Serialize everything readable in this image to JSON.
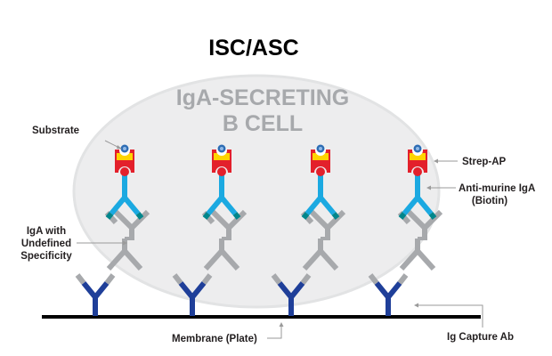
{
  "title": "ISC/ASC",
  "cell": {
    "line1": "IgA-SECRETING",
    "line2": "B CELL"
  },
  "labels": {
    "substrate": "Substrate",
    "strep_ap": "Strep-AP",
    "anti_murine_line1": "Anti-murine IgA",
    "anti_murine_line2": "(Biotin)",
    "iga_line1": "IgA with",
    "iga_line2": "Undefined",
    "iga_line3": "Specificity",
    "membrane": "Membrane (Plate)",
    "capture": "Ig Capture Ab"
  },
  "colors": {
    "cell_fill": "#ededee",
    "cell_stroke": "#e2e3e4",
    "capture_ab": "#1f3f99",
    "iga": "#a7a9ac",
    "detection_ab": "#1ba9e1",
    "detection_tip": "#00868b",
    "strep_red": "#e3202b",
    "strep_yellow": "#ffd400",
    "substrate_blue": "#2e6db4",
    "membrane": "#000000"
  },
  "assembly_count": 4
}
